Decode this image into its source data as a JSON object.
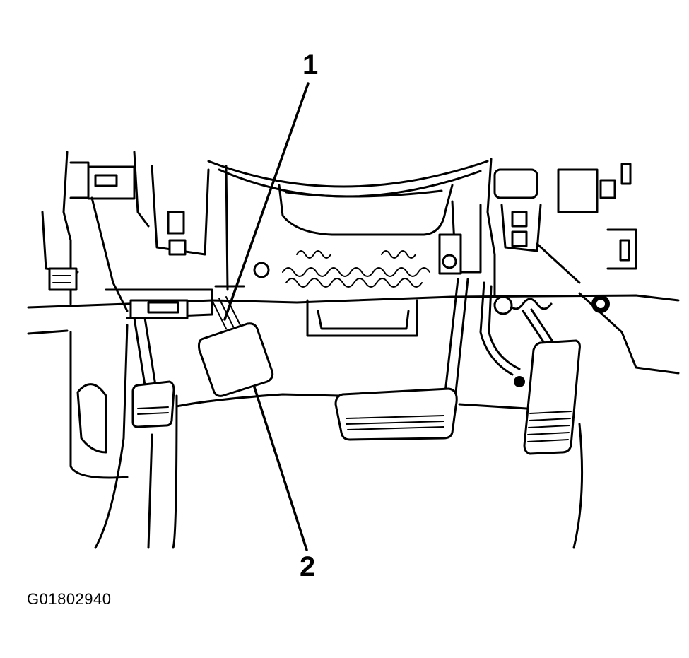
{
  "callouts": [
    {
      "label": "1"
    },
    {
      "label": "2"
    }
  ],
  "figure_id": "G01802940"
}
